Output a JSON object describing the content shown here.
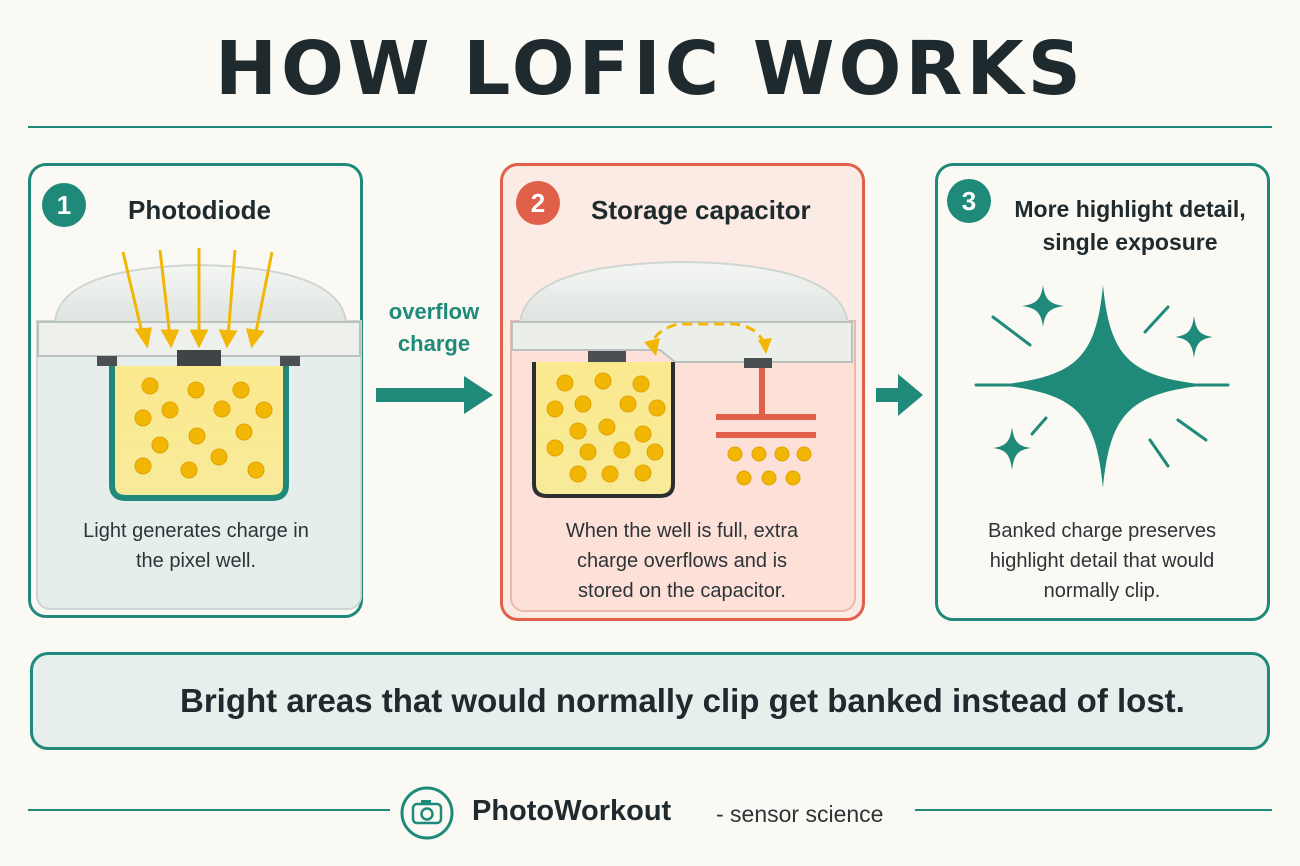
{
  "title": "HOW LOFIC WORKS",
  "colors": {
    "accent": "#1f8a7a",
    "warn": "#e0604a",
    "charge": "#f5c518",
    "background": "#fbf9f3"
  },
  "steps": [
    {
      "number": "1",
      "title": "Photodiode",
      "description": "Light generates charge in\nthe pixel well."
    },
    {
      "number": "2",
      "title": "Storage capacitor",
      "description": "When the well is full, extra\ncharge overflows and is\nstored on the capacitor."
    },
    {
      "number": "3",
      "title": "More highlight detail,\nsingle exposure",
      "description": "Banked charge preserves\nhighlight detail that would\nnormally clip."
    }
  ],
  "arrow_label": "overflow\ncharge",
  "banner": {
    "icon": "lightbulb-icon",
    "text": "Bright areas that would normally clip get banked instead of lost."
  },
  "footer": {
    "icon": "camera-icon",
    "brand": "PhotoWorkout",
    "tagline": "- sensor science"
  }
}
